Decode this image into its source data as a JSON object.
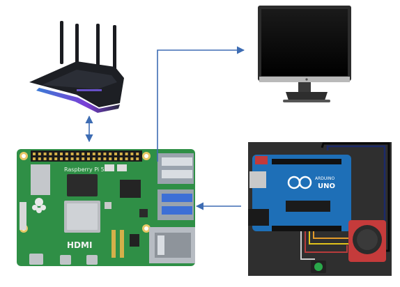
{
  "pi": {
    "brand": "Raspberry Pi 5",
    "hdmi": "HDMI",
    "colors": {
      "pcb": "#2f8f46",
      "pcb_dark": "#1f6a33",
      "header": "#d4b04a",
      "usb": "#8d97a5",
      "usb_blue": "#3d6fd6",
      "ethernet": "#b7bcc3"
    }
  },
  "arduino": {
    "logo_text": "ARDUINO",
    "model": "UNO",
    "colors": {
      "background": "#2f2f2f",
      "board": "#1e6fb7",
      "frame": "#101010",
      "joystick": "#c53b3b",
      "button": "#2aa84a"
    }
  },
  "router": {
    "colors": {
      "body": "#1d1f24",
      "led": "#5c47d6"
    }
  },
  "monitor": {
    "colors": {
      "frame": "#2c2c2c",
      "screen": "#080808",
      "stand": "#3a3a3a"
    }
  },
  "connectors": {
    "color": "#3d6cb3"
  }
}
